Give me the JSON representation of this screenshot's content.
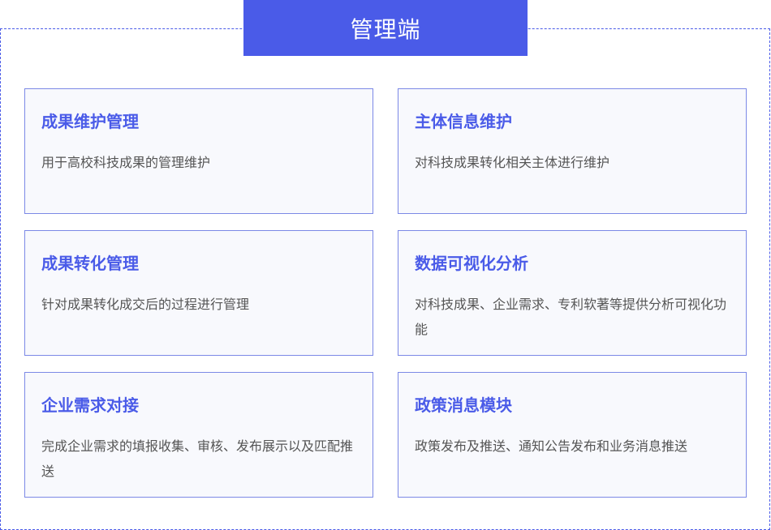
{
  "banner": {
    "title": "管理端"
  },
  "colors": {
    "accent": "#4a5be8",
    "card_border": "#7c89e6",
    "card_bg": "#f8f9fd",
    "desc_text": "#555555"
  },
  "modules": [
    {
      "title": "成果维护管理",
      "description": "用于高校科技成果的管理维护"
    },
    {
      "title": "主体信息维护",
      "description": "对科技成果转化相关主体进行维护"
    },
    {
      "title": "成果转化管理",
      "description": "针对成果转化成交后的过程进行管理"
    },
    {
      "title": "数据可视化分析",
      "description": "对科技成果、企业需求、专利软著等提供分析可视化功能"
    },
    {
      "title": "企业需求对接",
      "description": "完成企业需求的填报收集、审核、发布展示以及匹配推送"
    },
    {
      "title": "政策消息模块",
      "description": "政策发布及推送、通知公告发布和业务消息推送"
    }
  ]
}
